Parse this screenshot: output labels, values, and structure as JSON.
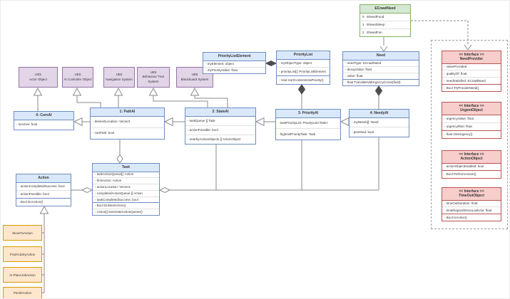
{
  "enum_ecrawlneed": {
    "title": "ECrawlNeed",
    "items": [
      "0   ENeedFood",
      "1   ENeedSleep",
      "2   ENeedFun"
    ]
  },
  "ue5": {
    "items": [
      {
        "org": "UE5",
        "name": "Actor Object"
      },
      {
        "org": "UE5",
        "name": "AI Controller Object"
      },
      {
        "org": "UE5",
        "name": "Navigation System"
      },
      {
        "org": "UE5",
        "name": "Behaviour Tree System"
      },
      {
        "org": "UE5",
        "name": "Blackboard System"
      }
    ]
  },
  "classes": {
    "core": {
      "title": "0: CoreAI",
      "attrs": [
        "isActive: bool"
      ],
      "methods": []
    },
    "path": {
      "title": "1: PathAI",
      "attrs": [
        "desiredLocation: Vector3",
        "canPath: bool"
      ],
      "methods": []
    },
    "state": {
      "title": "2: StateAI",
      "attrs": [
        "taskQueue [] Task",
        "actionPossible: bool",
        "nearbyActionObjects [] ActionObject"
      ],
      "methods": []
    },
    "priority": {
      "title": "3: PriorityAI",
      "attrs": [
        "taskPriorityList: PriorityList<Task>",
        "highestPriorityTask: Task"
      ],
      "methods": []
    },
    "needy": {
      "title": "4: NeedyAI",
      "attrs": [
        "myNeeds[]: Need",
        "perished: bool"
      ],
      "methods": []
    },
    "priority_list_element": {
      "title": "PriorityListElement",
      "attrs": [
        "myElement: object",
        "myPriorityValue: float"
      ],
      "methods": []
    },
    "priority_list": {
      "title": "PriorityList",
      "attrs": [
        "myObjectType: object",
        "priorityList[]: PriorityListElement"
      ],
      "methods": [
        "Void SortContentsViaPriority()"
      ]
    },
    "need": {
      "title": "Need",
      "attrs": [
        "needType: ECrawlNeed",
        "decayValue: float",
        "value: float"
      ],
      "methods": [
        "float TranslateValUrgencyCurve(float)"
      ]
    },
    "task": {
      "title": "Task",
      "attrs": [
        "taskActionQueue[]: Action",
        "firstAction: Action",
        "actionLocation: Vector3",
        "completedActionQueue [] Action",
        "taskCompletedSuccess: bool"
      ],
      "methods": [
        "Bool DoNextAction()",
        "Action[] GenerateActionQueue()"
      ]
    },
    "action": {
      "title": "Action",
      "attrs": [
        "actionCompletedSuccess: bool",
        "actionPossible: bool"
      ],
      "methods": [
        "Bool DoAction()"
      ]
    }
  },
  "action_subclasses": [
    "MoveToAction",
    "FindActivityAction",
    "In-PlaceJobAction",
    "PerishAction"
  ],
  "interfaces": {
    "stereotype": "<< Interface >>",
    "need_provider": {
      "name": "NeedProvider",
      "attrs": [
        "valueProvided",
        "qualityOf: float",
        "needSatisfied: ECrawlNeed"
      ],
      "methods": [
        "Bool TryProvideNeed()"
      ]
    },
    "urgent_object": {
      "name": "UrgentObject",
      "attrs": [
        "urgencyValue: float",
        "urgencyRise: float"
      ],
      "methods": [
        "float GetUrgency()"
      ]
    },
    "action_object": {
      "name": "ActionObject",
      "attrs": [
        "actionObjectEnabled: bool"
      ],
      "methods": [
        "Bool PerformAction()"
      ]
    },
    "time_out_object": {
      "name": "TimeOutObject",
      "attrs": [
        "timeOutDuration: float",
        "timeElapsedSinceLastUse: float"
      ],
      "methods": [
        "Bool IsActive()"
      ]
    }
  },
  "colors": {
    "class_header": "#dae8fc",
    "class_stroke": "#6c8ebf",
    "enum_header": "#d5e8d4",
    "enum_stroke": "#82b366",
    "ue5_fill": "#e1d5e7",
    "ue5_stroke": "#9673a6",
    "interface_header": "#f8cecc",
    "interface_stroke": "#b85450",
    "subclass_fill": "#ffe6cc",
    "subclass_stroke": "#d79b00",
    "wire": "#8a8a8a"
  }
}
